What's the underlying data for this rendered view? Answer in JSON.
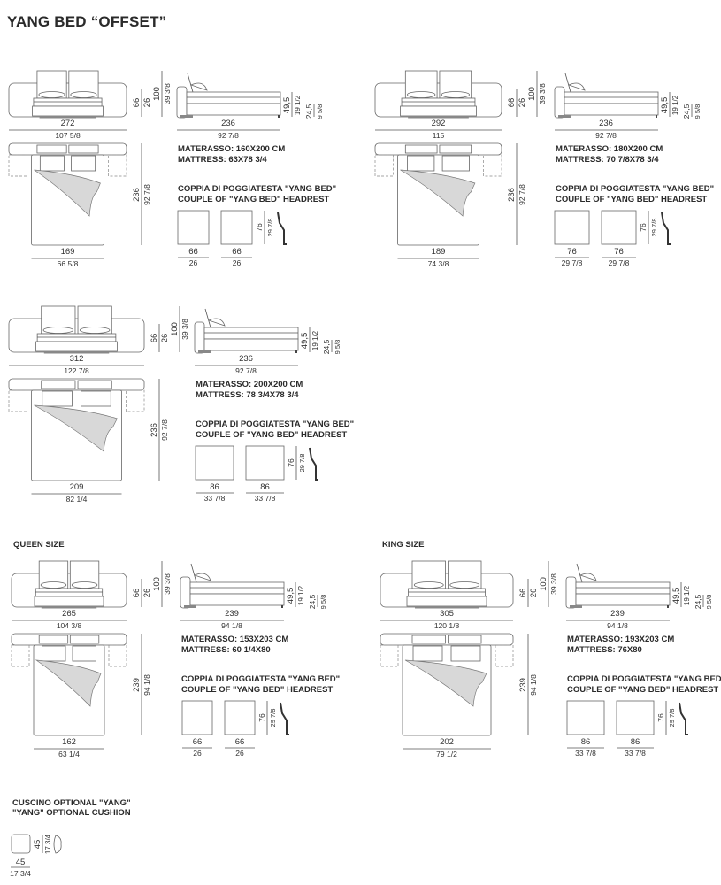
{
  "title": "YANG BED “OFFSET”",
  "texts": {
    "materasso_prefix": "MATERASSO: ",
    "mattress_prefix": "MATTRESS: ",
    "coppia": "COPPIA DI POGGIATESTA \"YANG BED\"",
    "couple": "COUPLE OF \"YANG BED\" HEADREST"
  },
  "blocks": [
    {
      "label": "",
      "front_w": "272",
      "front_w_in": "107 5/8",
      "h66": "66",
      "h66_in": "26",
      "h100": "100",
      "h100_in": "39 3/8",
      "side_l": "236",
      "side_l_in": "92 7/8",
      "h49": "49,5",
      "h49_in": "19 1/2",
      "h24": "24,5",
      "h24_in": "9 5/8",
      "top_l": "236",
      "top_l_in": "92 7/8",
      "inner_w": "169",
      "inner_w_in": "66 5/8",
      "materasso": "160X200 CM",
      "mattress": "63X78 3/4",
      "panel_w": "66",
      "panel_w_in": "26",
      "panel_h": "76",
      "panel_h_in": "29 7/8"
    },
    {
      "label": "",
      "front_w": "292",
      "front_w_in": "115",
      "h66": "66",
      "h66_in": "26",
      "h100": "100",
      "h100_in": "39 3/8",
      "side_l": "236",
      "side_l_in": "92 7/8",
      "h49": "49,5",
      "h49_in": "19 1/2",
      "h24": "24,5",
      "h24_in": "9 5/8",
      "top_l": "236",
      "top_l_in": "92 7/8",
      "inner_w": "189",
      "inner_w_in": "74 3/8",
      "materasso": "180X200 CM",
      "mattress": "70 7/8X78 3/4",
      "panel_w": "76",
      "panel_w_in": "29 7/8",
      "panel_h": "76",
      "panel_h_in": "29 7/8"
    },
    {
      "label": "",
      "front_w": "312",
      "front_w_in": "122 7/8",
      "h66": "66",
      "h66_in": "26",
      "h100": "100",
      "h100_in": "39 3/8",
      "side_l": "236",
      "side_l_in": "92 7/8",
      "h49": "49,5",
      "h49_in": "19 1/2",
      "h24": "24,5",
      "h24_in": "9 5/8",
      "top_l": "236",
      "top_l_in": "92 7/8",
      "inner_w": "209",
      "inner_w_in": "82 1/4",
      "materasso": "200X200 CM",
      "mattress": "78 3/4X78 3/4",
      "panel_w": "86",
      "panel_w_in": "33 7/8",
      "panel_h": "76",
      "panel_h_in": "29 7/8"
    },
    {
      "label": "QUEEN SIZE",
      "front_w": "265",
      "front_w_in": "104 3/8",
      "h66": "66",
      "h66_in": "26",
      "h100": "100",
      "h100_in": "39 3/8",
      "side_l": "239",
      "side_l_in": "94 1/8",
      "h49": "49,5",
      "h49_in": "19 1/2",
      "h24": "24,5",
      "h24_in": "9 5/8",
      "top_l": "239",
      "top_l_in": "94 1/8",
      "inner_w": "162",
      "inner_w_in": "63 1/4",
      "materasso": "153X203 CM",
      "mattress": "60 1/4X80",
      "panel_w": "66",
      "panel_w_in": "26",
      "panel_h": "76",
      "panel_h_in": "29 7/8"
    },
    {
      "label": "KING SIZE",
      "front_w": "305",
      "front_w_in": "120 1/8",
      "h66": "66",
      "h66_in": "26",
      "h100": "100",
      "h100_in": "39 3/8",
      "side_l": "239",
      "side_l_in": "94 1/8",
      "h49": "49,5",
      "h49_in": "19 1/2",
      "h24": "24,5",
      "h24_in": "9 5/8",
      "top_l": "239",
      "top_l_in": "94 1/8",
      "inner_w": "202",
      "inner_w_in": "79 1/2",
      "materasso": "193X203 CM",
      "mattress": "76X80",
      "panel_w": "86",
      "panel_w_in": "33 7/8",
      "panel_h": "76",
      "panel_h_in": "29 7/8"
    }
  ],
  "cushion": {
    "title_it": "CUSCINO OPTIONAL \"YANG\"",
    "title_en": "\"YANG\" OPTIONAL CUSHION",
    "w": "45",
    "w_in": "17 3/4",
    "h": "45",
    "h_in": "17 3/4"
  }
}
